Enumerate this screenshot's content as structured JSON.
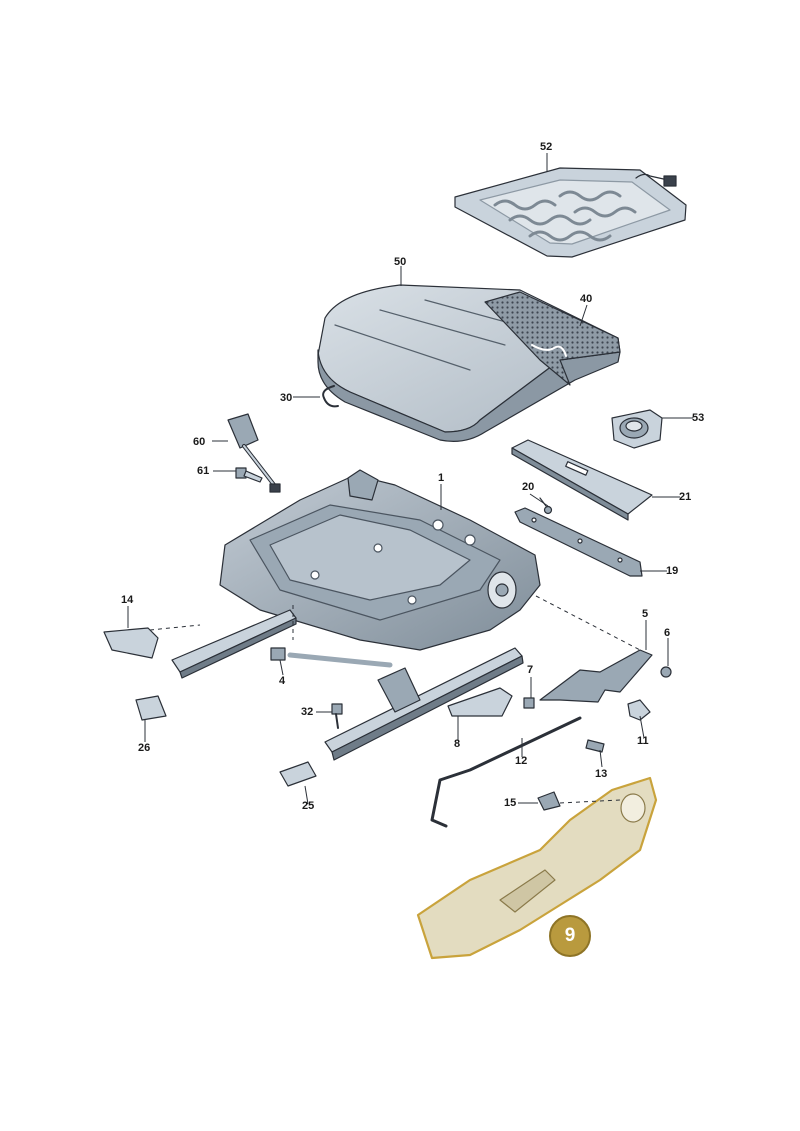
{
  "diagram": {
    "labels": {
      "p52": "52",
      "p50": "50",
      "p40": "40",
      "p30": "30",
      "p53": "53",
      "p60": "60",
      "p61": "61",
      "p1": "1",
      "p20": "20",
      "p21": "21",
      "p19": "19",
      "p14": "14",
      "p4": "4",
      "p5": "5",
      "p6": "6",
      "p7": "7",
      "p32": "32",
      "p26": "26",
      "p8": "8",
      "p11": "11",
      "p12": "12",
      "p13": "13",
      "p25": "25",
      "p15": "15"
    },
    "highlighted_part": "9",
    "colors": {
      "part_fill": "#c9d3dc",
      "part_fill_dark": "#9aa8b4",
      "outline": "#2b3038",
      "highlight_fill": "#e3dcc0",
      "highlight_stroke": "#c9a33c",
      "badge": "#b99a3e"
    }
  }
}
